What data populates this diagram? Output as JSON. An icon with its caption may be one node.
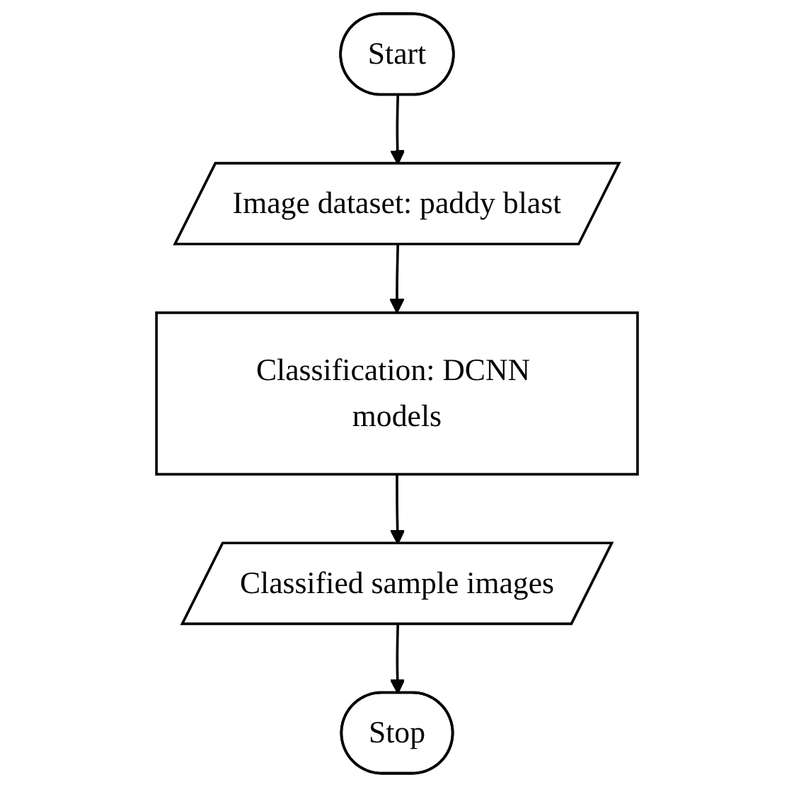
{
  "diagram": {
    "nodes": [
      {
        "text": [
          "Start"
        ]
      },
      {
        "text": [
          "Image dataset: paddy blast"
        ]
      },
      {
        "text": [
          "Classification: DCNN models"
        ]
      },
      {
        "text": [
          "Classified sample images"
        ]
      },
      {
        "text": [
          "Stop"
        ]
      }
    ],
    "edges": [
      {
        "from": 0,
        "to": 1,
        "arrow": "to"
      },
      {
        "from": 1,
        "to": 2,
        "arrow": "to"
      },
      {
        "from": 2,
        "to": 3,
        "arrow": "to"
      },
      {
        "from": 3,
        "to": 4,
        "arrow": "to"
      }
    ]
  }
}
